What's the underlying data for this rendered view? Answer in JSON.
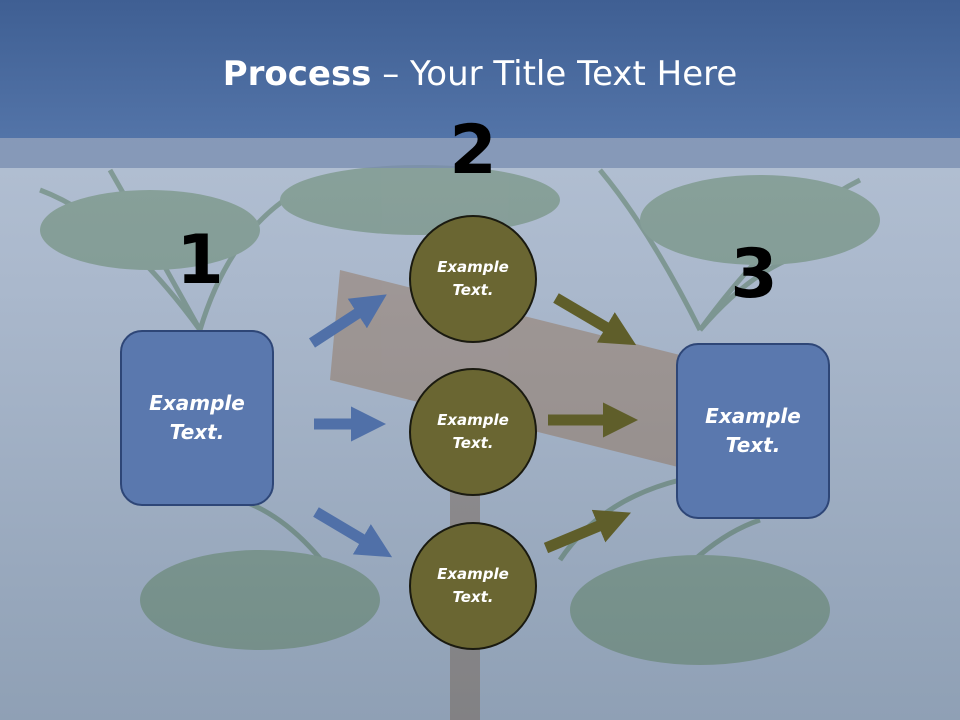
{
  "title": {
    "bold": "Process",
    "rest": " – Your Title Text Here"
  },
  "numbers": [
    "1",
    "2",
    "3"
  ],
  "left_box": {
    "text": "Example\nText."
  },
  "right_box": {
    "text": "Example\nText."
  },
  "circles": [
    {
      "text": "Example\nText."
    },
    {
      "text": "Example\nText."
    },
    {
      "text": "Example\nText."
    }
  ],
  "colors": {
    "header": "#4a6aa0",
    "box_fill": "#5a78ae",
    "circle_fill": "#6a6632",
    "arrow_blue": "#5070a8",
    "arrow_olive": "#5f5e2a"
  }
}
